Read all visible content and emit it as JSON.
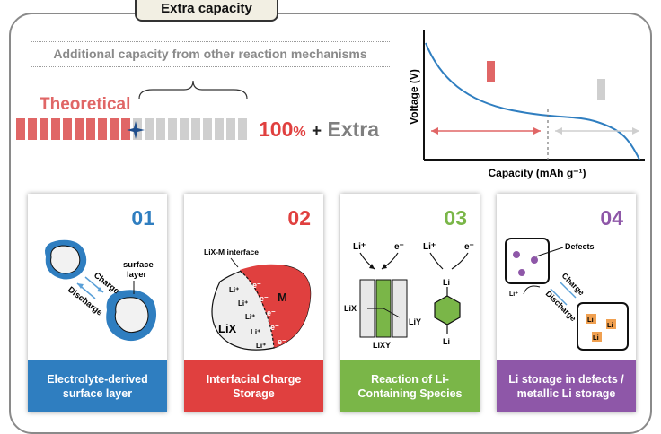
{
  "header": {
    "title": "Extra capacity"
  },
  "top": {
    "subtitle": "Additional capacity from other reaction mechanisms",
    "theoretical_label": "Theoretical",
    "percent_value": "100",
    "percent_sign": "%",
    "plus": "+",
    "extra_label": "Extra",
    "red_bar_count": 10,
    "grey_bar_count": 10
  },
  "graph": {
    "ylabel": "Voltage (V)",
    "xlabel": "Capacity (mAh g⁻¹)"
  },
  "colors": {
    "blue": "#2f7ec0",
    "red": "#e0403f",
    "green": "#7ab648",
    "purple": "#8e57a8",
    "salmon": "#e06666",
    "grey": "#8a8a8a"
  },
  "cards": [
    {
      "num": "01",
      "footer": "Electrolyte-derived\nsurface layer",
      "labels": {
        "surface": "surface\nlayer",
        "charge": "Charge",
        "discharge": "Discharge"
      }
    },
    {
      "num": "02",
      "footer": "Interfacial Charge\nStorage",
      "labels": {
        "interface": "LiX-M interface",
        "m": "M",
        "lix": "LiX",
        "li": "Li⁺",
        "e": "e⁻"
      }
    },
    {
      "num": "03",
      "footer": "Reaction of Li-\nContaining Species",
      "labels": {
        "li": "Li⁺",
        "e": "e⁻",
        "lix": "LiX",
        "liy": "LiY",
        "lixy": "LiXY",
        "li_top": "Li",
        "li_bottom": "Li"
      }
    },
    {
      "num": "04",
      "footer": "Li storage in defects /\nmetallic Li storage",
      "labels": {
        "defects": "Defects",
        "charge": "Charge",
        "discharge": "Discharge",
        "li": "Li",
        "li_plus": "Li⁺"
      }
    }
  ]
}
